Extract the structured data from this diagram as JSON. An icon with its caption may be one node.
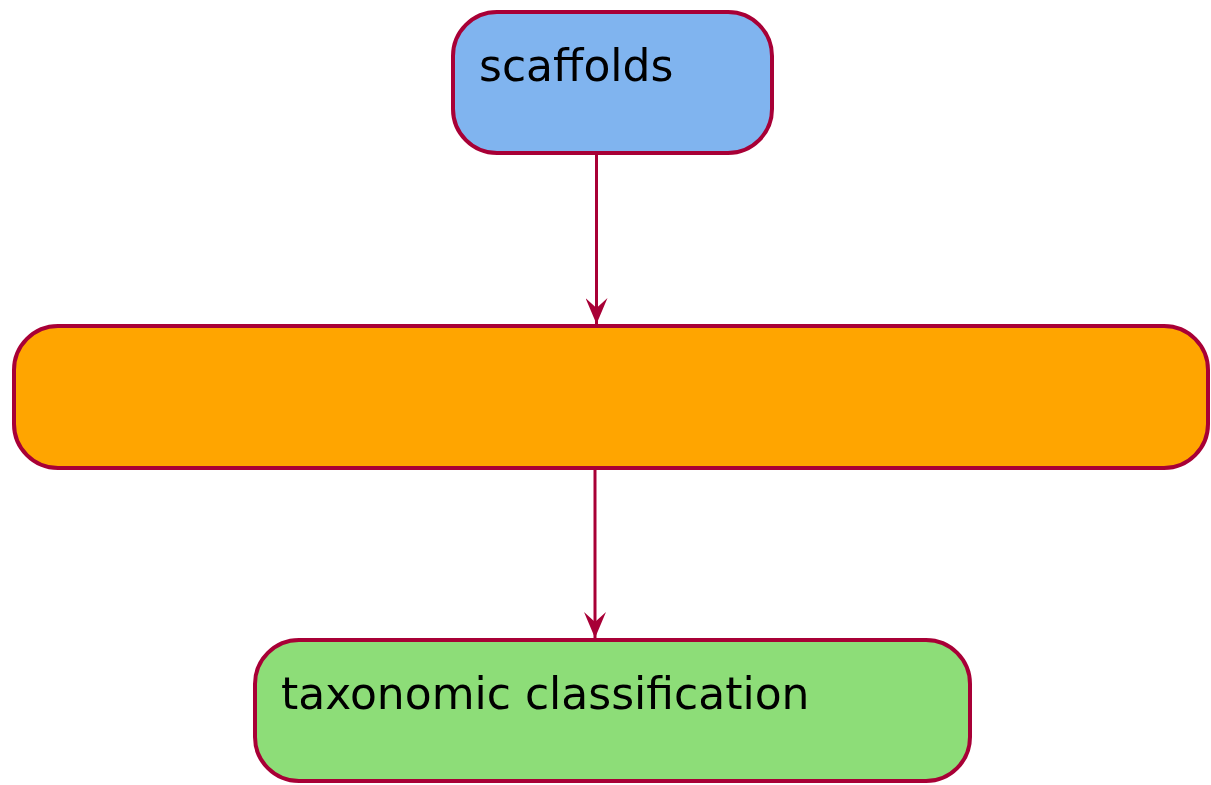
{
  "diagram": {
    "nodes": [
      {
        "text": [
          "scaffolds"
        ]
      },
      {
        "text": [],
        "shape": "box"
      },
      {
        "text": [
          "taxonomic classification"
        ]
      }
    ],
    "edges": [
      {
        "from": 0,
        "to": 1,
        "arrow": "to"
      },
      {
        "from": 1,
        "to": 2,
        "arrow": "to"
      }
    ]
  }
}
